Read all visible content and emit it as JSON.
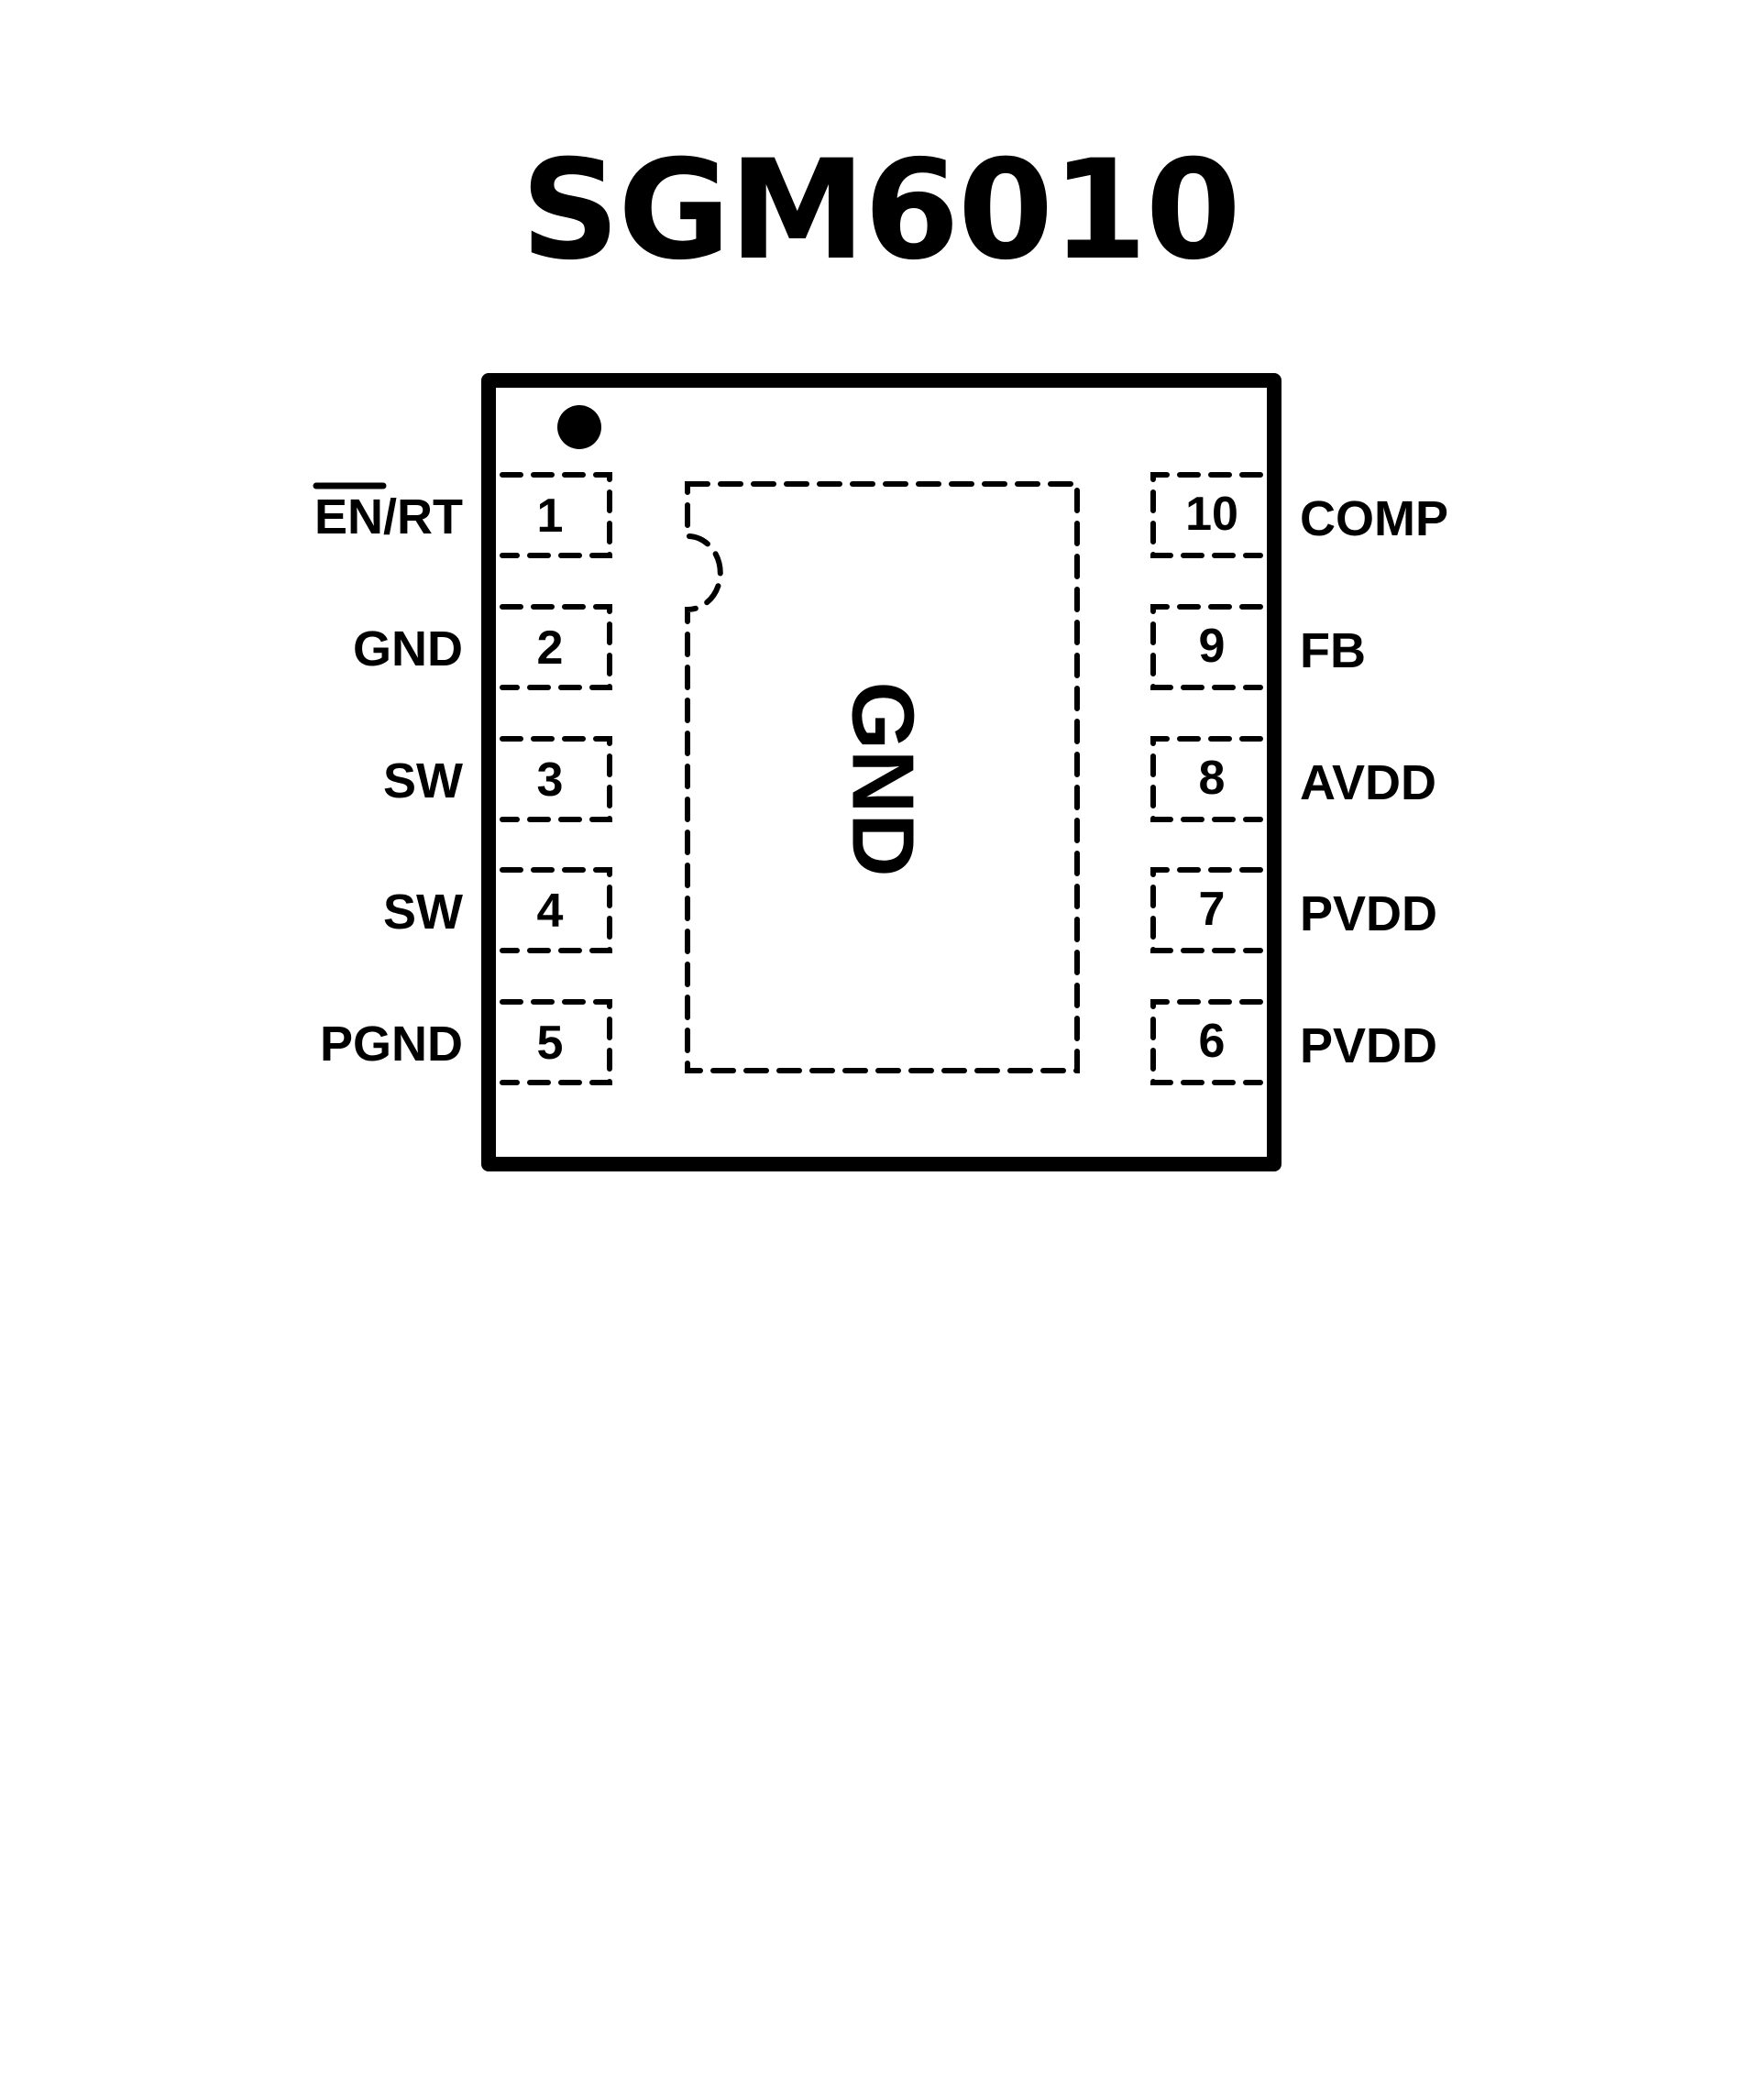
{
  "title": "SGM6010",
  "package": {
    "exposed_pad_label": "GND",
    "pin1_marker": "dot-icon"
  },
  "left_pins": [
    {
      "number": "1",
      "name": "EN/RT",
      "name_overbar": "EN",
      "name_rest": "/RT"
    },
    {
      "number": "2",
      "name": "GND"
    },
    {
      "number": "3",
      "name": "SW"
    },
    {
      "number": "4",
      "name": "SW"
    },
    {
      "number": "5",
      "name": "PGND"
    }
  ],
  "right_pins": [
    {
      "number": "10",
      "name": "COMP"
    },
    {
      "number": "9",
      "name": "FB"
    },
    {
      "number": "8",
      "name": "AVDD"
    },
    {
      "number": "7",
      "name": "PVDD"
    },
    {
      "number": "6",
      "name": "PVDD"
    }
  ]
}
